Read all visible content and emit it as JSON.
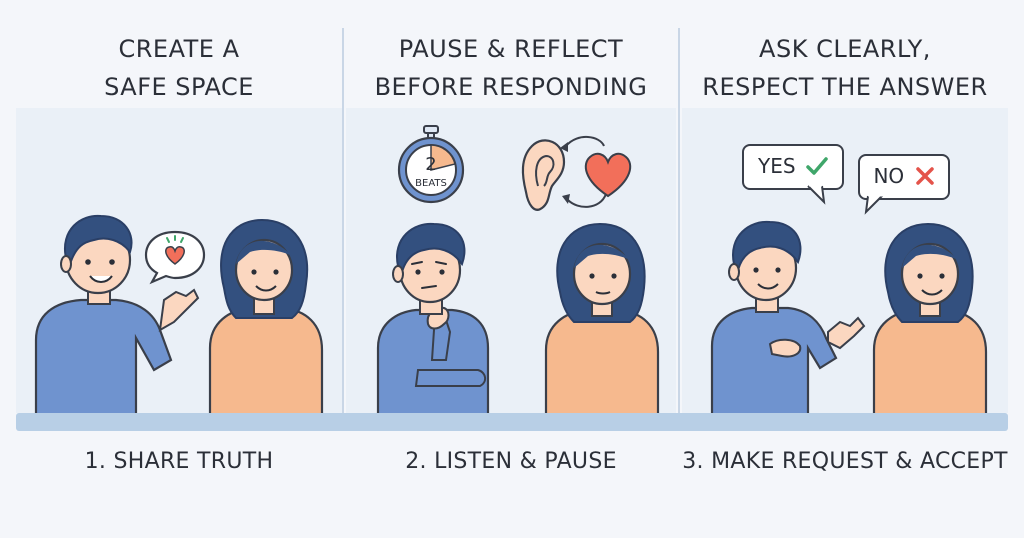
{
  "panels": [
    {
      "heading": "CREATE A\nSAFE SPACE",
      "caption": "1. SHARE TRUTH"
    },
    {
      "heading": "PAUSE & REFLECT\nBEFORE RESPONDING",
      "caption": "2. LISTEN & PAUSE",
      "timer_number": "2",
      "timer_label": "BEATS"
    },
    {
      "heading": "ASK CLEARLY,\nRESPECT THE ANSWER",
      "caption": "3. MAKE REQUEST & ACCEPT",
      "yes_label": "YES",
      "no_label": "NO"
    }
  ],
  "colors": {
    "background": "#f4f6fa",
    "panel": "#eaf0f7",
    "floor": "#b8cfe6",
    "shirt_blue": "#6f93cf",
    "shirt_peach": "#f6b98e",
    "hair": "#33507f",
    "skin": "#fbd7c0",
    "heart": "#f26f5a",
    "check": "#3fa66a",
    "cross": "#e4534a"
  },
  "icons": [
    "speech-heart-icon",
    "stopwatch-icon",
    "ear-icon",
    "heart-icon",
    "cycle-arrow-icon",
    "check-icon",
    "cross-icon"
  ]
}
